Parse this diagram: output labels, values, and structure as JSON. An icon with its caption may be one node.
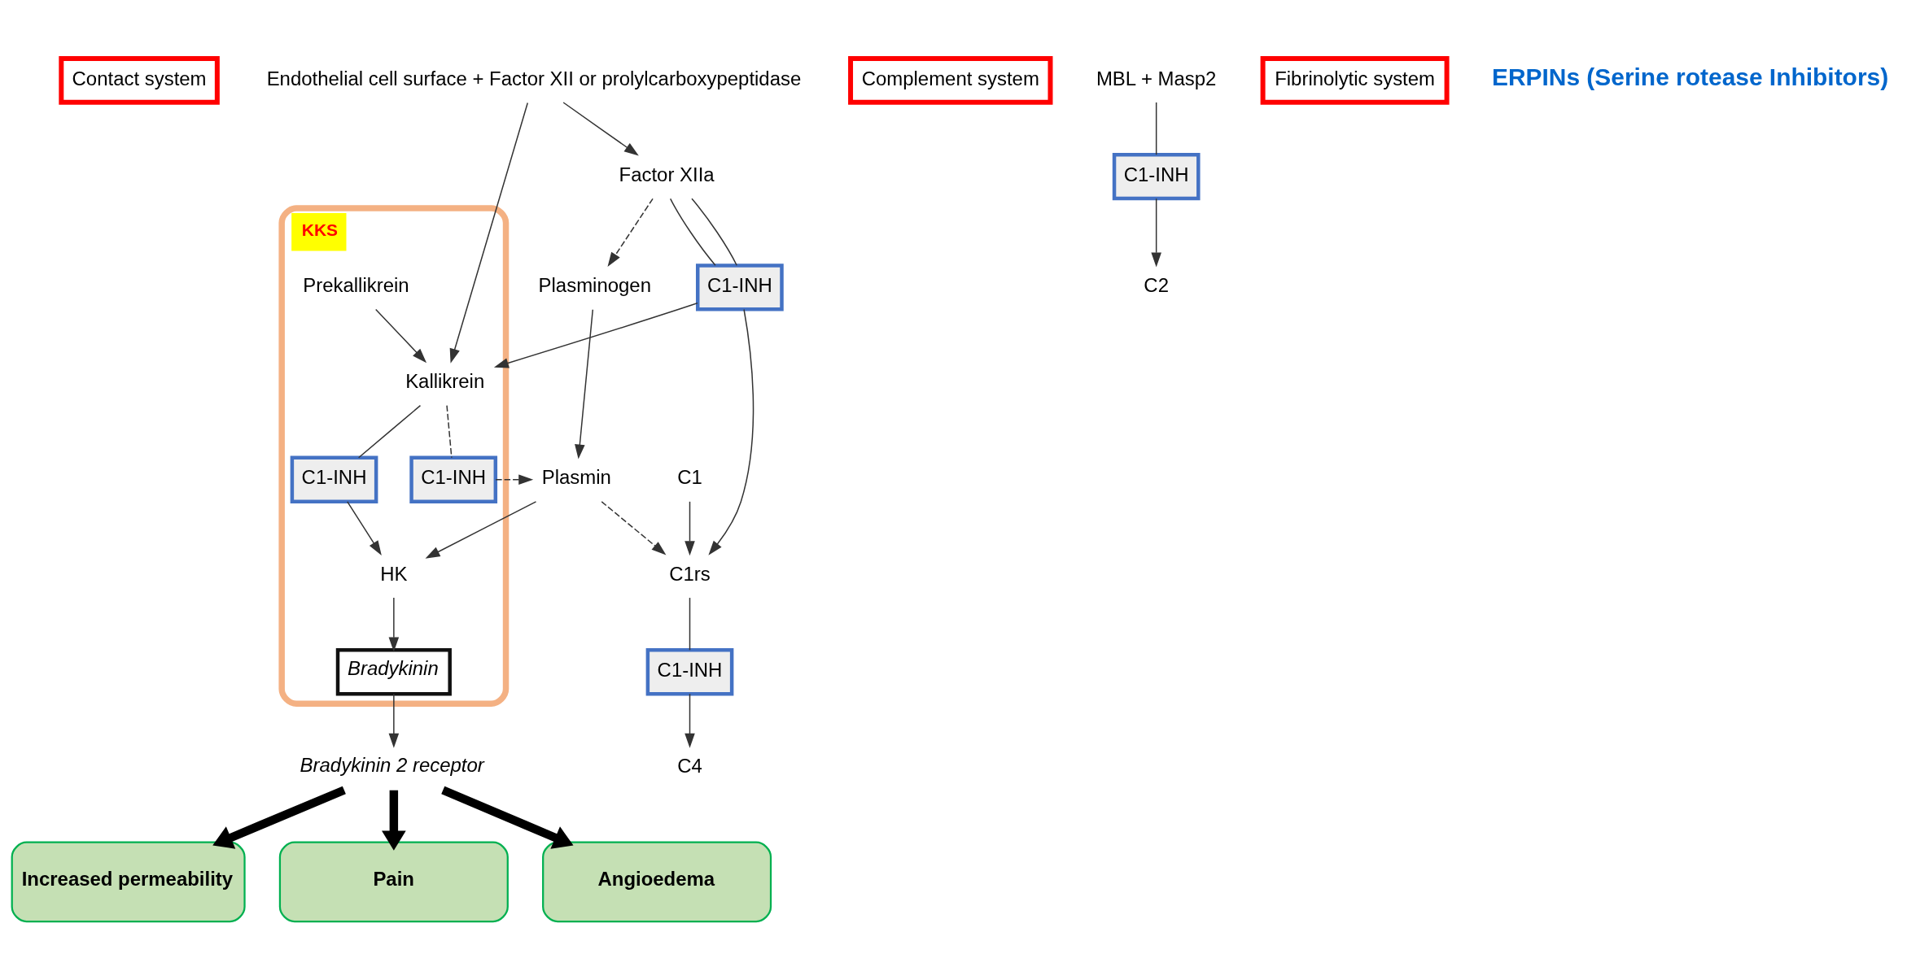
{
  "diagram": {
    "nodes": [
      {
        "text": [
          "Contact system"
        ]
      },
      {
        "text": [
          "Endothelial cell surface + Factor XII or prolylcarboxypeptidase"
        ]
      },
      {
        "text": [
          "Factor XIIa"
        ]
      },
      {
        "text": [
          "C1-INH"
        ]
      },
      {
        "text": [
          "Complement system"
        ]
      },
      {
        "text": [
          "KKS"
        ]
      },
      {
        "text": [
          "Prekallikrein"
        ],
        "in": 5
      },
      {
        "text": [
          "HK"
        ],
        "in": 5
      },
      {
        "text": [
          "C1-INH"
        ],
        "in": 5
      },
      {
        "text": [
          "Kallikrein"
        ],
        "in": 5
      },
      {
        "text": [
          "C1-INH"
        ],
        "in": 5
      },
      {
        "text": [
          "Bradykinin"
        ],
        "in": 5
      },
      {
        "text": [
          "Bradykinin 2 receptor"
        ]
      },
      {
        "text": [
          "C1"
        ]
      },
      {
        "text": [
          "C1rs"
        ]
      },
      {
        "text": [
          "C1-INH"
        ]
      },
      {
        "text": [
          "C4"
        ]
      },
      {
        "text": [
          "C2"
        ]
      },
      {
        "text": [
          "C1-INH"
        ]
      },
      {
        "text": [
          "MBL + Masp2"
        ]
      },
      {
        "text": [
          "Plasminogen"
        ]
      },
      {
        "text": [
          "Plasmin"
        ]
      },
      {
        "text": [
          "Fibrinolytic system"
        ]
      },
      {
        "text": [
          "Increased permeability"
        ]
      },
      {
        "text": [
          "Pain"
        ]
      },
      {
        "text": [
          "Angioedema"
        ]
      }
    ],
    "edges": [
      {
        "from": 1,
        "to": 2,
        "arrow": "to"
      },
      {
        "from": 1,
        "to": 9,
        "arrow": "to"
      },
      {
        "from": 2,
        "to": 3,
        "arrow": "none"
      },
      {
        "from": 3,
        "to": 9,
        "arrow": "to"
      },
      {
        "from": 2,
        "to": 20,
        "arrow": "to",
        "style": "dashed"
      },
      {
        "from": 2,
        "to": 3,
        "arrow": "none"
      },
      {
        "from": 3,
        "to": 14,
        "arrow": "to"
      },
      {
        "from": 6,
        "to": 9,
        "arrow": "to"
      },
      {
        "from": 9,
        "to": 8,
        "arrow": "none"
      },
      {
        "from": 8,
        "to": 7,
        "arrow": "to"
      },
      {
        "from": 7,
        "to": 11,
        "arrow": "to"
      },
      {
        "from": 11,
        "to": 12,
        "arrow": "to"
      },
      {
        "from": 9,
        "to": 10,
        "arrow": "none",
        "style": "dashed"
      },
      {
        "from": 10,
        "to": 21,
        "arrow": "to",
        "style": "dashed"
      },
      {
        "from": 20,
        "to": 21,
        "arrow": "to"
      },
      {
        "from": 21,
        "to": 7,
        "arrow": "to"
      },
      {
        "from": 21,
        "to": 14,
        "arrow": "to",
        "style": "dashed"
      },
      {
        "from": 13,
        "to": 14,
        "arrow": "to"
      },
      {
        "from": 14,
        "to": 15,
        "arrow": "none"
      },
      {
        "from": 15,
        "to": 16,
        "arrow": "to"
      },
      {
        "from": 19,
        "to": 18,
        "arrow": "none"
      },
      {
        "from": 18,
        "to": 17,
        "arrow": "to"
      },
      {
        "from": 12,
        "to": 23,
        "arrow": "to",
        "style": "thick"
      },
      {
        "from": 12,
        "to": 24,
        "arrow": "to",
        "style": "thick"
      },
      {
        "from": 12,
        "to": 25,
        "arrow": "to",
        "style": "thick"
      }
    ],
    "labels": [
      "ERPINs (Serine rotease Inhibitors)"
    ]
  }
}
